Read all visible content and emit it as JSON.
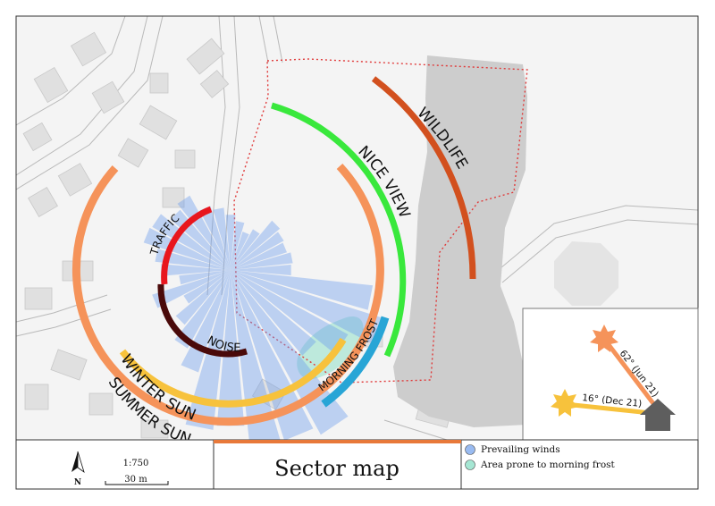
{
  "title": "Sector map",
  "scale": {
    "ratio": "1:750",
    "bar_label": "30 m"
  },
  "north": {
    "label": "N",
    "icon": "north-arrow-icon"
  },
  "legend": {
    "items": [
      {
        "label": "Prevailing winds",
        "color": "#6d9eeb"
      },
      {
        "label": "Area prone to morning frost",
        "color": "#8fe0c8"
      }
    ]
  },
  "sectors": {
    "traffic": {
      "label": "TRAFFIC",
      "color": "#e8161e"
    },
    "noise": {
      "label": "NOISE",
      "color": "#4a0a0a"
    },
    "winter_sun": {
      "label": "WINTER SUN",
      "color": "#f7c23c"
    },
    "summer_sun": {
      "label": "SUMMER SUN",
      "color": "#f5935a"
    },
    "morning_frost": {
      "label": "MORNING FROST",
      "color": "#28a5d6"
    },
    "nice_view": {
      "label": "NICE VIEW",
      "color": "#39e83c"
    },
    "wildlife": {
      "label": "WILDLIFE",
      "color": "#d2501e"
    }
  },
  "sun_inset": {
    "summer": {
      "label": "62° (Jun 21)",
      "color": "#f5935a"
    },
    "winter": {
      "label": "16° (Dec 21)",
      "color": "#f7c23c"
    },
    "house_icon": "house-icon",
    "sun_icon": "sun-icon"
  },
  "colors": {
    "wind": "#6d9eeb",
    "frost": "#8fe0c8",
    "boundary": "#e03a3a",
    "park": "#cfcfcf",
    "building": "#e2e2e2",
    "title_accent": "#e8793a"
  }
}
